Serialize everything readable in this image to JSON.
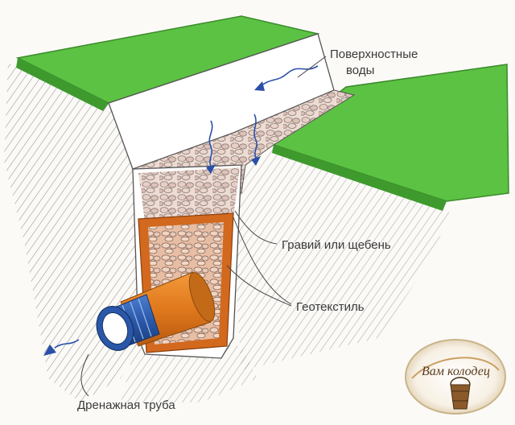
{
  "labels": {
    "surface_water_line1": "Поверхностные",
    "surface_water_line2": "воды",
    "gravel": "Гравий или щебень",
    "geotextile": "Геотекстиль",
    "drain_pipe": "Дренажная труба"
  },
  "logo": {
    "text": "Вам колодец"
  },
  "colors": {
    "grass": "#5cc243",
    "grass_dark": "#3f9a2e",
    "soil_hatch": "#6b6b6b",
    "trench_wall": "#ffffff",
    "gravel": "#e8d3c9",
    "geotextile": "#d2691e",
    "pipe_orange": "#e07b1f",
    "pipe_blue": "#2f62b5",
    "water_arrow": "#2a4fa8"
  }
}
